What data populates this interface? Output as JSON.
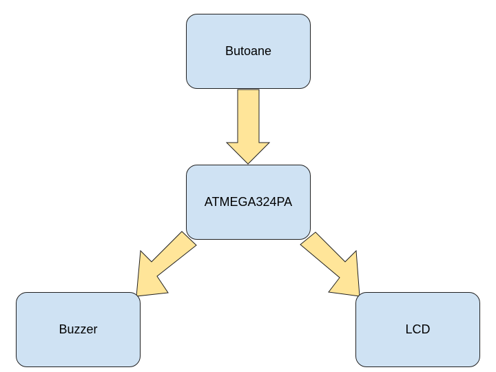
{
  "nodes": {
    "top": {
      "label": "Butoane"
    },
    "middle": {
      "label": "ATMEGA324PA"
    },
    "bottom_left": {
      "label": "Buzzer"
    },
    "bottom_right": {
      "label": "LCD"
    }
  },
  "edges": [
    {
      "from": "Butoane",
      "to": "ATMEGA324PA"
    },
    {
      "from": "ATMEGA324PA",
      "to": "Buzzer"
    },
    {
      "from": "ATMEGA324PA",
      "to": "LCD"
    }
  ],
  "colors": {
    "node_fill": "#cfe2f3",
    "node_border": "#1f1f1f",
    "arrow_fill": "#ffe599",
    "arrow_stroke": "#1f1f1f"
  }
}
